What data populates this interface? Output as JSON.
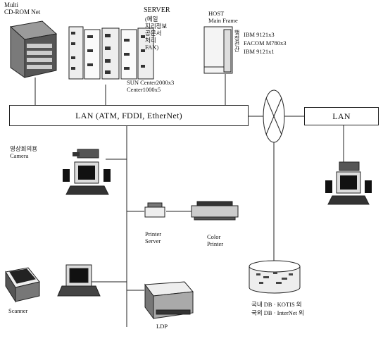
{
  "multi_cdrom": "Multi\nCD-ROM Net",
  "server": {
    "title": "SERVER",
    "roles": "(메일\n지리정보\n공문서\n처리\nFAX)",
    "models": "SUN Center2000x3\nCenter1000x5"
  },
  "host": {
    "title": "HOST\nMain Frame",
    "side_label": "행정전산",
    "lines": [
      "IBM 9121x3",
      "FACOM M780x3",
      "IBM 9121x1"
    ]
  },
  "lan_main": "LAN (ATM, FDDI, EtherNet)",
  "lan_right": "LAN",
  "video_conf": "영상회의용\nCamera",
  "printer_server": "Printer\nServer",
  "color_printer": "Color\nPrinter",
  "scanner": "Scanner",
  "ldp": "LDP",
  "database": "국내 DB · KOTIS 외\n국외 DB · InterNet 외"
}
